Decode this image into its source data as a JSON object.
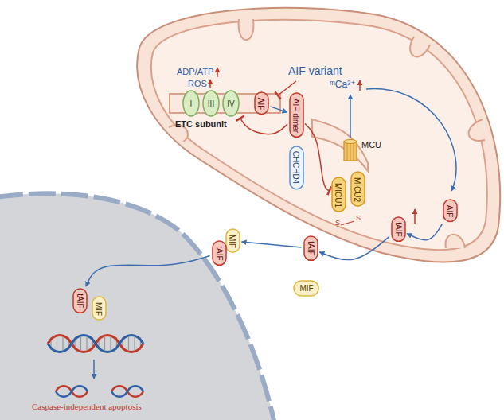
{
  "diagram": {
    "nodes": [
      {
        "text": [
          "I"
        ]
      },
      {
        "text": [
          "III"
        ]
      },
      {
        "text": [
          "IV"
        ]
      },
      {
        "text": [
          "AIF"
        ]
      },
      {
        "text": [
          "AIF dimer"
        ]
      },
      {
        "text": [
          "CHCHD4"
        ]
      },
      {
        "text": [
          "MCU"
        ]
      },
      {
        "text": [
          "MICU1"
        ]
      },
      {
        "text": [
          "MICU2"
        ]
      },
      {
        "text": [
          "AIF"
        ]
      },
      {
        "text": [
          "tAIF"
        ]
      },
      {
        "text": [
          "tAIF"
        ]
      },
      {
        "text": [
          "MIF"
        ]
      },
      {
        "text": [
          "MIF"
        ]
      },
      {
        "text": [
          "tAIF"
        ]
      },
      {
        "text": [
          "MIF"
        ]
      },
      {
        "text": [
          "tAIF"
        ]
      }
    ],
    "edges": [
      {
        "from": 3,
        "to": 4,
        "arrow": "to"
      },
      {
        "from": 4,
        "to": 2,
        "arrow": "to"
      },
      {
        "from": 4,
        "to": 7,
        "arrow": "to"
      },
      {
        "from": 9,
        "to": 10,
        "arrow": "to"
      },
      {
        "from": 10,
        "to": 11,
        "arrow": "to"
      },
      {
        "from": 11,
        "to": 13,
        "arrow": "to"
      },
      {
        "from": 14,
        "to": 16,
        "arrow": "to"
      }
    ],
    "labels": [
      "ADP/ATP",
      "ROS",
      "AIF variant",
      "ᵐCa²⁺",
      "ETC subunit",
      "S",
      "S",
      "Caspase-independent apoptosis"
    ]
  }
}
